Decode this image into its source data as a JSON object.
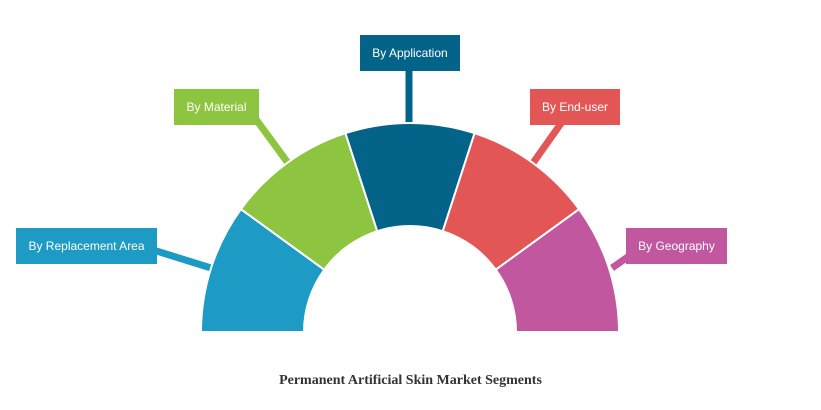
{
  "caption": "Permanent Artificial Skin Market Segments",
  "segments": [
    {
      "label": "By Replacement Area",
      "color": "#1E9BC4"
    },
    {
      "label": "By Material",
      "color": "#8DC440"
    },
    {
      "label": "By Application",
      "color": "#036389"
    },
    {
      "label": "By End-user",
      "color": "#E35656"
    },
    {
      "label": "By Geography",
      "color": "#C0579F"
    }
  ]
}
